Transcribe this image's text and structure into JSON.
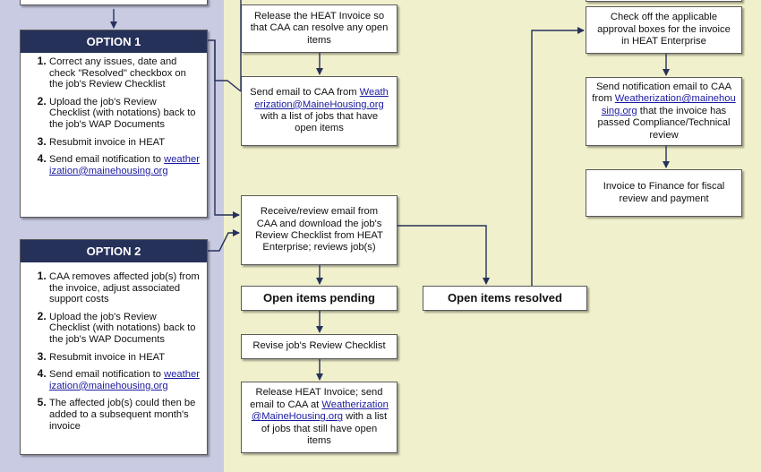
{
  "colors": {
    "left_lane": "#c9cbe3",
    "right_lane": "#f1f0cc",
    "option_header": "#26315a",
    "connector": "#26315a",
    "link": "#1a1aa0"
  },
  "option1": {
    "title": "OPTION 1",
    "steps": [
      {
        "text": "Correct any issues, date and check \"Resolved\" checkbox on the job's Review Checklist"
      },
      {
        "text": "Upload the job's Review Checklist (with notations) back to the job's WAP Documents"
      },
      {
        "text": "Resubmit invoice in HEAT"
      },
      {
        "text": "Send email notification to ",
        "link": "weatherization@mainehousing.org"
      }
    ]
  },
  "option2": {
    "title": "OPTION 2",
    "steps": [
      {
        "text": "CAA removes affected job(s) from the invoice, adjust associated support costs"
      },
      {
        "text": "Upload the job's Review Checklist (with notations) back to the job's WAP Documents"
      },
      {
        "text": "Resubmit invoice in HEAT"
      },
      {
        "text": "Send email notification to ",
        "link": "weatherization@mainehousing.org"
      },
      {
        "text": "The affected job(s) could then be added to a subsequent month's invoice"
      }
    ]
  },
  "boxes": {
    "release_invoice": "Release the HEAT Invoice so that CAA can resolve any open items",
    "send_email_pre": "Send email to CAA from",
    "send_email_link": "Weatherization@MaineHousing.org",
    "send_email_post": "with a list of jobs that have open items",
    "receive_review": "Receive/review email from CAA and download the job's Review Checklist from HEAT Enterprise; reviews job(s)",
    "open_pending": "Open items pending",
    "open_resolved": "Open items resolved",
    "revise_checklist": "Revise job's Review Checklist",
    "release_again_pre": "Release HEAT Invoice; send email to CAA at",
    "release_again_link": "Weatherization@MaineHousing.org",
    "release_again_post": "with a list of jobs that still have open items",
    "check_off": "Check off the applicable approval boxes for the invoice in HEAT Enterprise",
    "notify_pre": "Send notification email to CAA from",
    "notify_link": "Weatherization@mainehousing.org",
    "notify_post": "that the invoice has passed Compliance/Technical review",
    "finance": "Invoice to Finance for fiscal review and payment"
  }
}
